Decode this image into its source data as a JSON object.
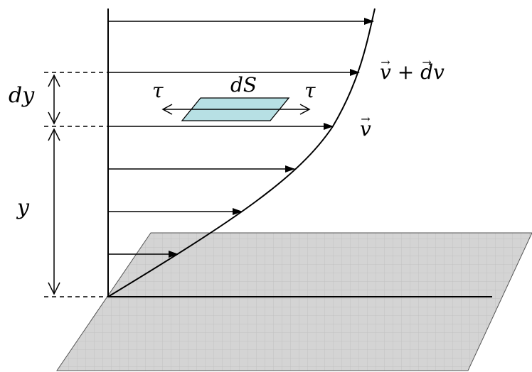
{
  "labels": {
    "dy": "dy",
    "y": "y",
    "dS": "dS",
    "tau_left": "τ",
    "tau_right": "τ",
    "v_plus_dv": {
      "v": "v",
      "plus": "+",
      "dv_d": "d",
      "dv_v": "v"
    },
    "v": "v",
    "vector_arrow": "→"
  },
  "colors": {
    "line": "#000000",
    "plate_fill": "#d4d4d4",
    "plate_grid": "#bdbdbd",
    "element_fill": "#b7e0e4"
  },
  "icons": {
    "velocity_arrow": "arrow-right",
    "dimension_arrow": "double-headed-vertical-arrow"
  }
}
